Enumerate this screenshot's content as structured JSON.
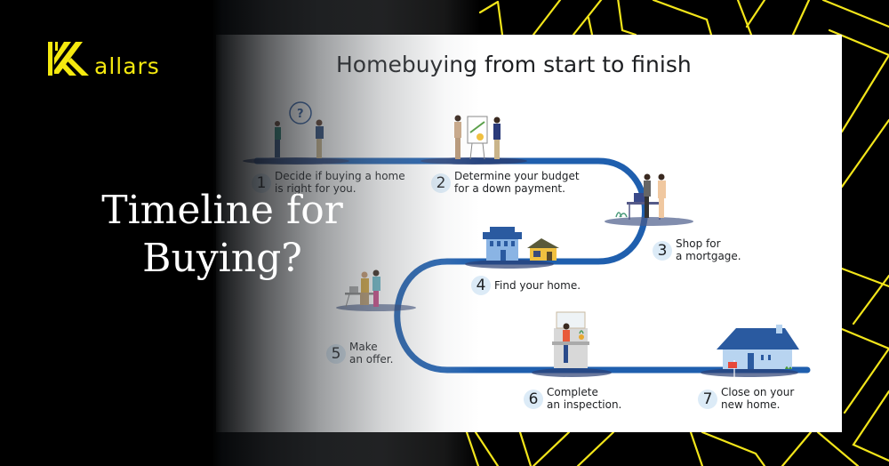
{
  "brand": {
    "name": "allars",
    "logo_letter": "K",
    "accent_color": "#f5e90f"
  },
  "hero": {
    "line1": "Timeline for",
    "line2": "Buying?"
  },
  "infographic": {
    "title": "Homebuying from start to finish",
    "path_color": "#1f5fae",
    "badge_color": "#dcebf7",
    "steps": [
      {
        "number": "1",
        "line1": "Decide if buying a home",
        "line2": "is right for you.",
        "illustration": "two-people-question-icon"
      },
      {
        "number": "2",
        "line1": "Determine your budget",
        "line2": "for a down payment.",
        "illustration": "budget-chart-presentation-icon"
      },
      {
        "number": "3",
        "line1": "Shop for",
        "line2": "a mortgage.",
        "illustration": "handshake-desk-icon"
      },
      {
        "number": "4",
        "line1": "Find your home.",
        "line2": "",
        "illustration": "two-houses-icon"
      },
      {
        "number": "5",
        "line1": "Make",
        "line2": "an offer.",
        "illustration": "couple-at-desk-icon"
      },
      {
        "number": "6",
        "line1": "Complete",
        "line2": "an inspection.",
        "illustration": "person-at-counter-icon"
      },
      {
        "number": "7",
        "line1": "Close on your",
        "line2": "new home.",
        "illustration": "house-with-sold-sign-icon"
      }
    ]
  }
}
